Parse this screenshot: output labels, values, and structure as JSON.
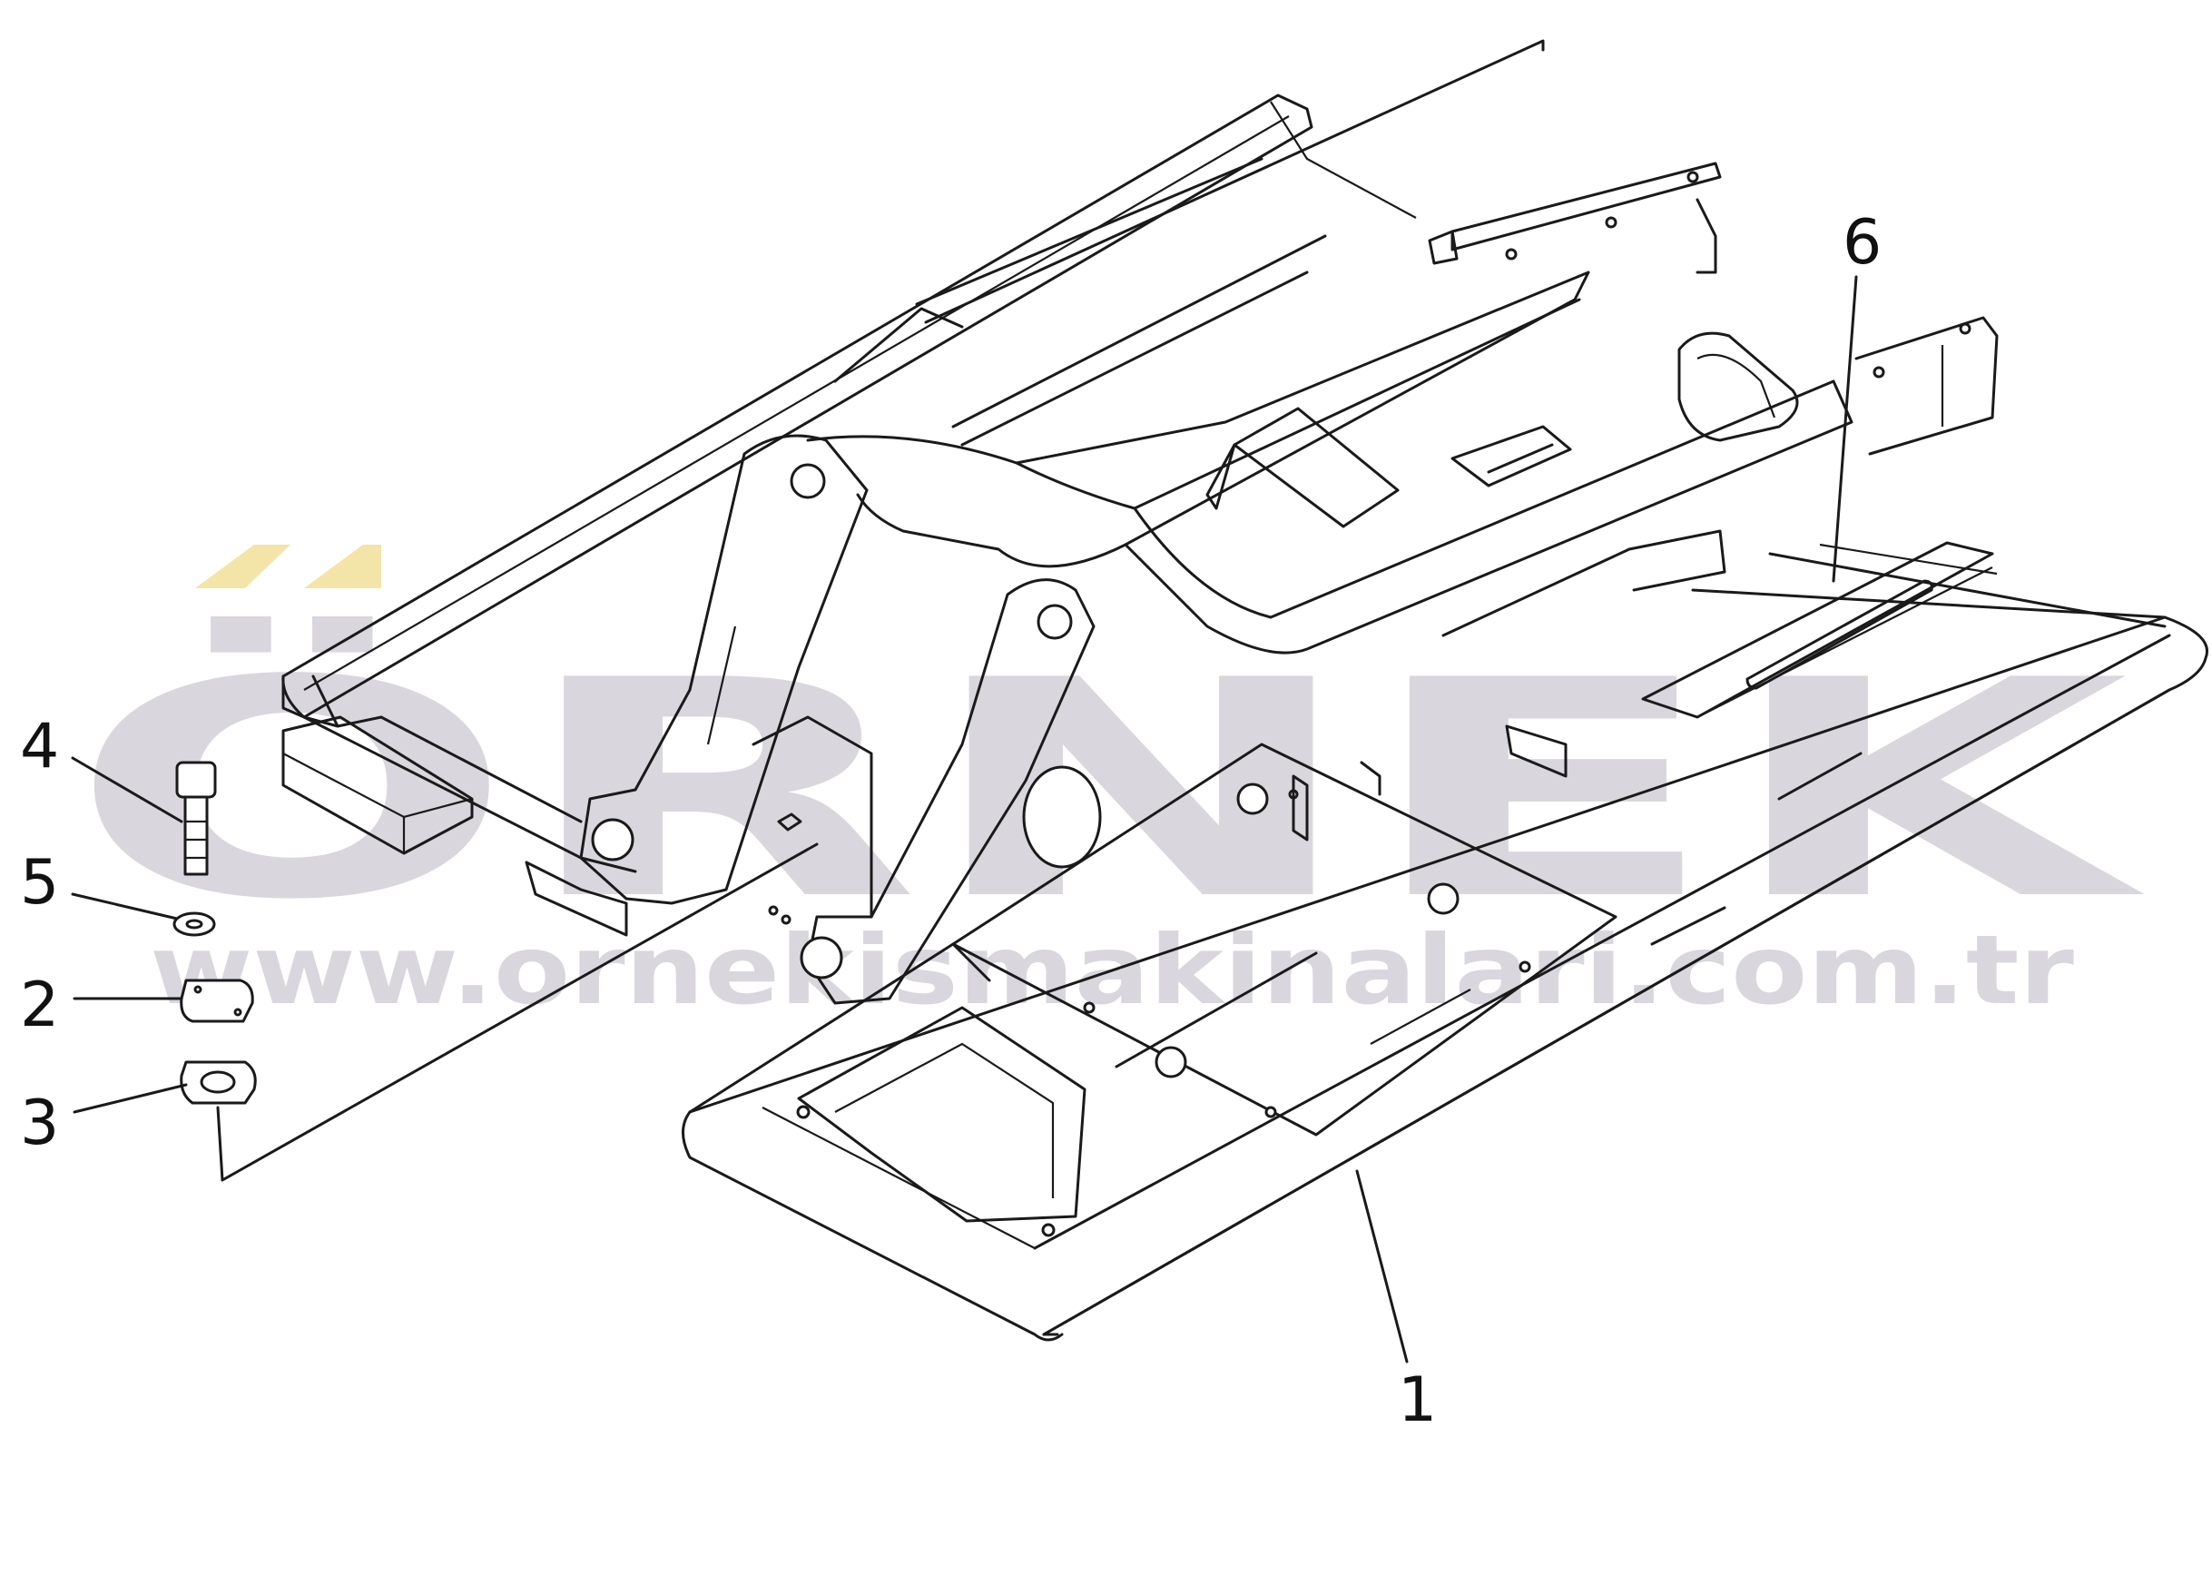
{
  "watermark": {
    "brand": "ÖRNEK",
    "url": "www.ornekismakinalari.com.tr",
    "text_color": "#d9d7dd",
    "accent_color": "#f3e4a8"
  },
  "callouts": [
    {
      "id": "1",
      "label": "1",
      "part": "frame"
    },
    {
      "id": "2",
      "label": "2",
      "part": "cover"
    },
    {
      "id": "3",
      "label": "3",
      "part": "gasket"
    },
    {
      "id": "4",
      "label": "4",
      "part": "bolt"
    },
    {
      "id": "5",
      "label": "5",
      "part": "washer"
    },
    {
      "id": "6",
      "label": "6",
      "part": "plate"
    }
  ]
}
